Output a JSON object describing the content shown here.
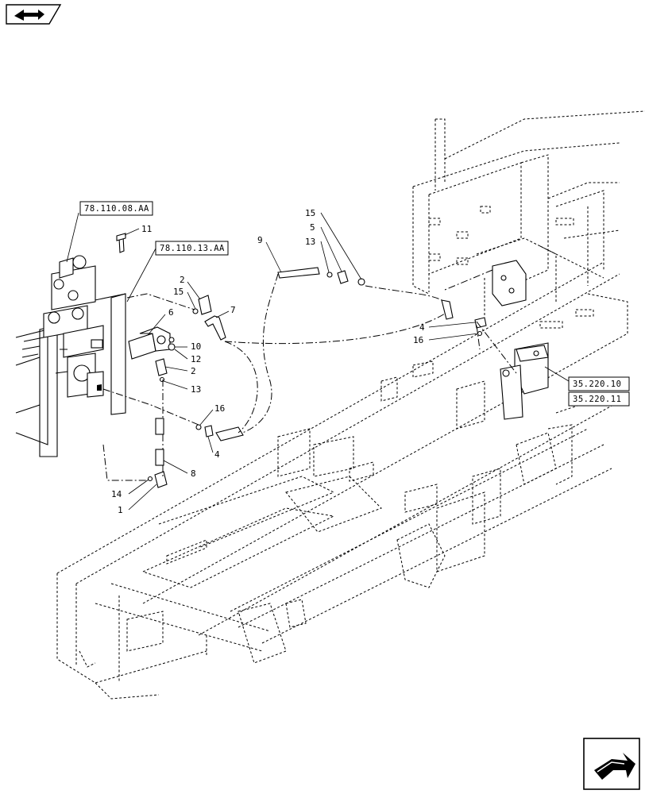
{
  "nav": {
    "back_icon": "back-arrow-icon",
    "next_icon": "next-page-icon"
  },
  "references": {
    "ref_a": "78.110.08.AA",
    "ref_b": "78.110.13.AA",
    "ref_c": "35.220.10",
    "ref_d": "35.220.11"
  },
  "callouts": {
    "c11": "11",
    "c2a": "2",
    "c15a": "15",
    "c6": "6",
    "c7": "7",
    "c10": "10",
    "c12": "12",
    "c2b": "2",
    "c13a": "13",
    "c16a": "16",
    "c4a": "4",
    "c8": "8",
    "c14": "14",
    "c1": "1",
    "c9": "9",
    "c15b": "15",
    "c5": "5",
    "c13b": "13",
    "c4b": "4",
    "c16b": "16"
  },
  "colors": {
    "line": "#000000",
    "background": "#ffffff"
  }
}
